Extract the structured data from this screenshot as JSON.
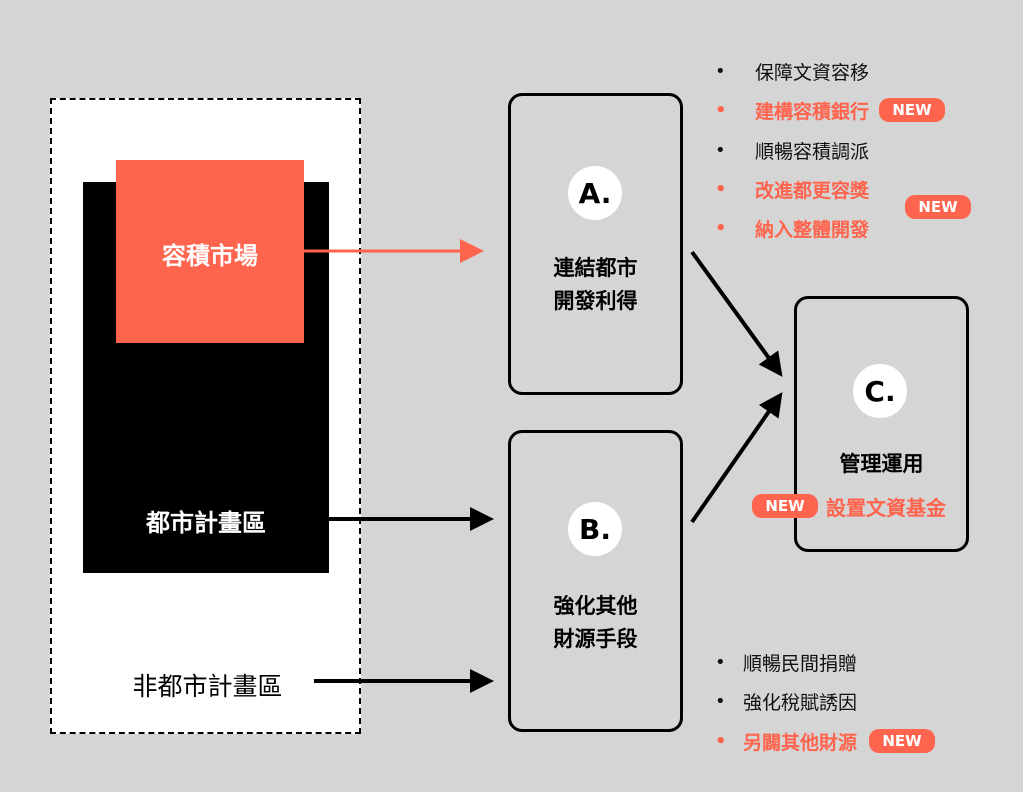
{
  "left_panel": {
    "market_label": "容積市場",
    "urban_label": "都市計畫區",
    "nonurban_label": "非都市計畫區"
  },
  "cards": {
    "a": {
      "letter": "A.",
      "line1": "連結都市",
      "line2": "開發利得"
    },
    "b": {
      "letter": "B.",
      "line1": "強化其他",
      "line2": "財源手段"
    },
    "c": {
      "letter": "C.",
      "line1": "管理運用",
      "new_item": "設置文資基金",
      "new_badge": "NEW"
    }
  },
  "list_a": [
    {
      "bullet": "•",
      "text": "保障文資容移",
      "highlight": false
    },
    {
      "bullet": "•",
      "text": "建構容積銀行",
      "highlight": true,
      "badge": "NEW"
    },
    {
      "bullet": "•",
      "text": "順暢容積調派",
      "highlight": false
    },
    {
      "bullet": "•",
      "text": "改進都更容獎",
      "highlight": true
    },
    {
      "bullet": "•",
      "text": "納入整體開發",
      "highlight": true
    }
  ],
  "list_a_group_badge": "NEW",
  "list_b": [
    {
      "bullet": "•",
      "text": "順暢民間捐贈",
      "highlight": false
    },
    {
      "bullet": "•",
      "text": "強化稅賦誘因",
      "highlight": false
    },
    {
      "bullet": "•",
      "text": "另闢其他財源",
      "highlight": true,
      "badge": "NEW"
    }
  ],
  "colors": {
    "background": "#d5d5d5",
    "accent": "#ff644e",
    "urban_zone": "#000000",
    "outer_zone": "#ffffff"
  }
}
